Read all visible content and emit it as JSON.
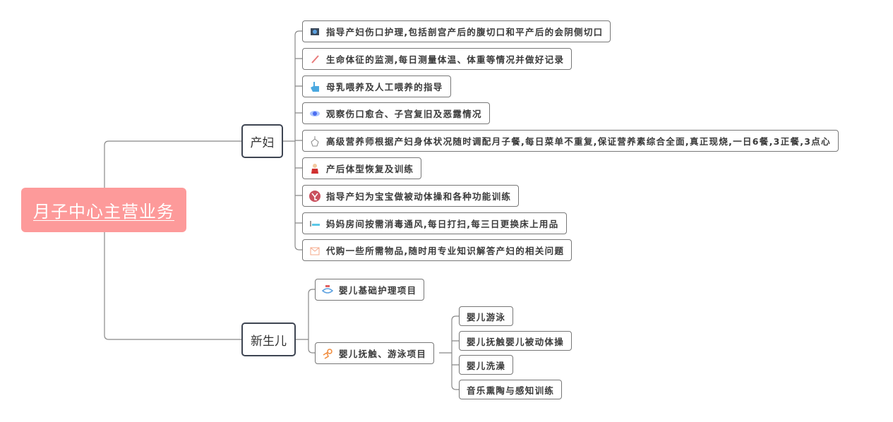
{
  "root": {
    "label": "月子中心主营业务",
    "color": "#fd9a9a"
  },
  "branches": [
    {
      "label": "产妇",
      "children": [
        {
          "icon": "wound-care-icon",
          "label": "指导产妇伤口护理,包括剖宫产后的腹切口和平产后的会阴侧切口"
        },
        {
          "icon": "thermometer-icon",
          "label": "生命体征的监测,每日测量体温、体重等情况并做好记录"
        },
        {
          "icon": "pointing-hand-icon",
          "label": "母乳喂养及人工喂养的指导"
        },
        {
          "icon": "eye-icon",
          "label": "观察伤口愈合、子宫复旧及恶露情况"
        },
        {
          "icon": "chef-icon",
          "label": "高级营养师根据产妇身体状况随时调配月子餐,每日菜单不重复,保证营养素综合全面,真正现烧,一日6餐,3正餐,3点心"
        },
        {
          "icon": "woman-figure-icon",
          "label": "产后体型恢复及训练"
        },
        {
          "icon": "exercise-icon",
          "label": "指导产妇为宝宝做被动体操和各种功能训练"
        },
        {
          "icon": "bed-icon",
          "label": "妈妈房间按需消毒通风,每日打扫,每三日更换床上用品"
        },
        {
          "icon": "shopping-bag-icon",
          "label": "代购一些所需物品,随时用专业知识解答产妇的相关问题"
        }
      ]
    },
    {
      "label": "新生儿",
      "children": [
        {
          "icon": "baby-care-icon",
          "label": "婴儿基础护理项目",
          "children": []
        },
        {
          "icon": "baby-swim-icon",
          "label": "婴儿抚触、游泳项目",
          "children": [
            {
              "label": "婴儿游泳"
            },
            {
              "label": "婴儿抚触婴儿被动体操"
            },
            {
              "label": "婴儿洗澡"
            },
            {
              "label": "音乐熏陶与感知训练"
            }
          ]
        }
      ]
    }
  ]
}
